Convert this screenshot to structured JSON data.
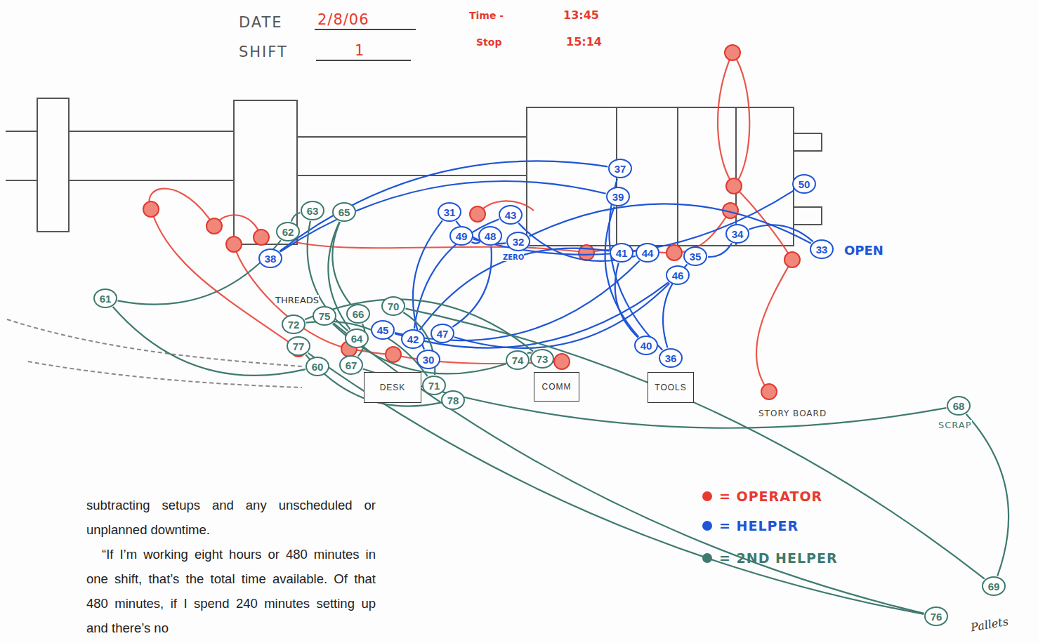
{
  "diagram": {
    "nodes": [
      {
        "text": [
          "30"
        ]
      },
      {
        "text": [
          "31"
        ]
      },
      {
        "text": [
          "32"
        ]
      },
      {
        "text": [
          "33"
        ]
      },
      {
        "text": [
          "34"
        ]
      },
      {
        "text": [
          "35"
        ]
      },
      {
        "text": [
          "36"
        ]
      },
      {
        "text": [
          "37"
        ]
      },
      {
        "text": [
          "38"
        ]
      },
      {
        "text": [
          "39"
        ]
      },
      {
        "text": [
          "40"
        ]
      },
      {
        "text": [
          "41"
        ]
      },
      {
        "text": [
          "42"
        ]
      },
      {
        "text": [
          "43"
        ]
      },
      {
        "text": [
          "44"
        ]
      },
      {
        "text": [
          "45"
        ]
      },
      {
        "text": [
          "46"
        ]
      },
      {
        "text": [
          "47"
        ]
      },
      {
        "text": [
          "48"
        ]
      },
      {
        "text": [
          "49"
        ]
      },
      {
        "text": [
          "50"
        ]
      },
      {
        "text": [
          "60"
        ]
      },
      {
        "text": [
          "61"
        ]
      },
      {
        "text": [
          "62"
        ]
      },
      {
        "text": [
          "63"
        ]
      },
      {
        "text": [
          "64"
        ]
      },
      {
        "text": [
          "65"
        ]
      },
      {
        "text": [
          "66"
        ]
      },
      {
        "text": [
          "67"
        ]
      },
      {
        "text": [
          "68"
        ]
      },
      {
        "text": [
          "69"
        ]
      },
      {
        "text": [
          "70"
        ]
      },
      {
        "text": [
          "71"
        ]
      },
      {
        "text": [
          "72"
        ]
      },
      {
        "text": [
          "73"
        ]
      },
      {
        "text": [
          "74"
        ]
      },
      {
        "text": [
          "75"
        ]
      },
      {
        "text": [
          "76"
        ]
      },
      {
        "text": [
          "77"
        ]
      },
      {
        "text": [
          "78"
        ]
      },
      {
        "text": [
          "DESK"
        ]
      },
      {
        "text": [
          "COMM"
        ]
      },
      {
        "text": [
          "TOOLS"
        ]
      }
    ],
    "edges": [
      {
        "from": 0,
        "to": 1,
        "arrow": "none"
      },
      {
        "from": 1,
        "to": 2,
        "arrow": "none"
      },
      {
        "from": 2,
        "to": 3,
        "arrow": "none"
      },
      {
        "from": 3,
        "to": 4,
        "arrow": "none"
      },
      {
        "from": 4,
        "to": 5,
        "arrow": "none"
      },
      {
        "from": 5,
        "to": 6,
        "arrow": "none"
      },
      {
        "from": 6,
        "to": 7,
        "arrow": "none"
      },
      {
        "from": 7,
        "to": 8,
        "arrow": "none"
      },
      {
        "from": 8,
        "to": 9,
        "arrow": "none"
      },
      {
        "from": 9,
        "to": 10,
        "arrow": "none"
      },
      {
        "from": 10,
        "to": 11,
        "arrow": "none"
      },
      {
        "from": 11,
        "to": 12,
        "arrow": "none"
      },
      {
        "from": 12,
        "to": 13,
        "arrow": "none"
      },
      {
        "from": 13,
        "to": 14,
        "arrow": "none"
      },
      {
        "from": 14,
        "to": 15,
        "arrow": "none"
      },
      {
        "from": 15,
        "to": 16,
        "arrow": "none"
      },
      {
        "from": 16,
        "to": 17,
        "arrow": "none"
      },
      {
        "from": 17,
        "to": 18,
        "arrow": "none"
      },
      {
        "from": 18,
        "to": 19,
        "arrow": "none"
      },
      {
        "from": 19,
        "to": 20,
        "arrow": "none"
      },
      {
        "from": 21,
        "to": 22,
        "arrow": "none"
      },
      {
        "from": 22,
        "to": 23,
        "arrow": "none"
      },
      {
        "from": 23,
        "to": 24,
        "arrow": "none"
      },
      {
        "from": 24,
        "to": 25,
        "arrow": "none"
      },
      {
        "from": 25,
        "to": 26,
        "arrow": "none"
      },
      {
        "from": 26,
        "to": 27,
        "arrow": "none"
      },
      {
        "from": 27,
        "to": 28,
        "arrow": "none"
      },
      {
        "from": 28,
        "to": 29,
        "arrow": "none"
      },
      {
        "from": 29,
        "to": 30,
        "arrow": "none"
      },
      {
        "from": 30,
        "to": 31,
        "arrow": "none"
      },
      {
        "from": 31,
        "to": 32,
        "arrow": "none"
      },
      {
        "from": 32,
        "to": 33,
        "arrow": "none"
      },
      {
        "from": 33,
        "to": 34,
        "arrow": "none"
      },
      {
        "from": 34,
        "to": 35,
        "arrow": "none"
      },
      {
        "from": 35,
        "to": 36,
        "arrow": "none"
      },
      {
        "from": 36,
        "to": 37,
        "arrow": "none"
      },
      {
        "from": 37,
        "to": 38,
        "arrow": "none"
      },
      {
        "from": 38,
        "to": 39,
        "arrow": "none"
      }
    ],
    "labels": [
      "DATE",
      "2/8/06",
      "SHIFT",
      "1",
      "Time -",
      "13:45",
      "Stop",
      "15:14",
      "THREADS",
      "ZERO",
      "OPEN",
      "STORY BOARD",
      "SCRAP",
      "Pallets",
      "subtracting setups and any unscheduled or unplanned downtime.",
      "“If I’m working eight hours or 480 minutes in one shift, that’s the total time available. Of that 480 minutes, if I spend 240 minutes setting up and there’s no"
    ],
    "legend": [
      {
        "text": "= OPERATOR",
        "color": "#e8392e"
      },
      {
        "text": "= HELPER",
        "color": "#1f55d6"
      },
      {
        "text": "= 2ND HELPER",
        "color": "#3f7a70"
      }
    ]
  }
}
